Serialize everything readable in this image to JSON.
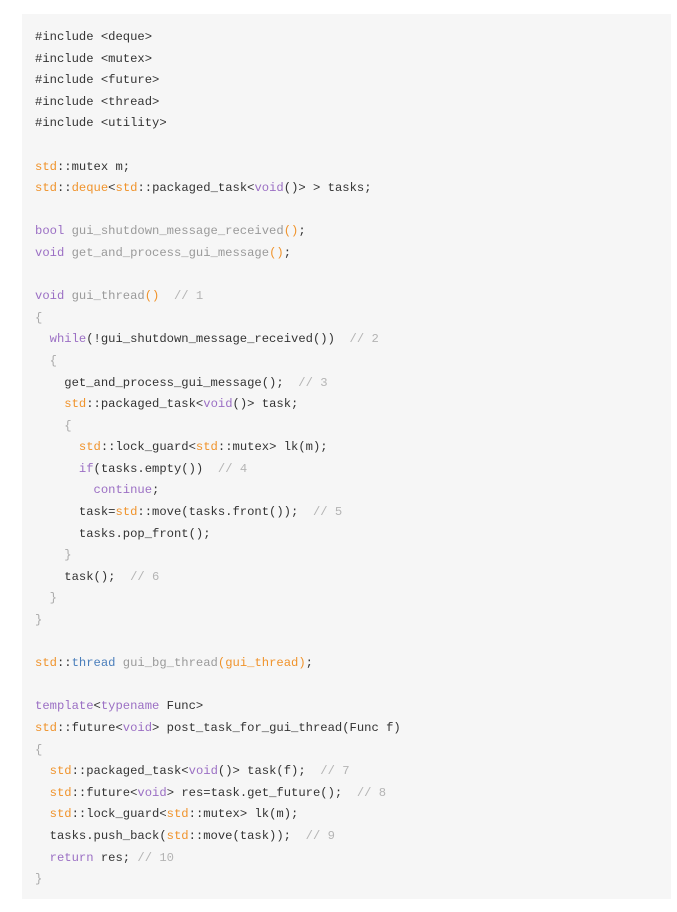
{
  "code": {
    "language": "cpp",
    "background": "#f6f6f6",
    "colors": {
      "text": "#333333",
      "namespace": "#f0932b",
      "keyword": "#9b6fc4",
      "type": "#4a7ebb",
      "comment": "#b4b4b4",
      "declaration_name": "#9a9a9a"
    },
    "lines": [
      [
        {
          "t": "plain",
          "v": "#include <deque>"
        }
      ],
      [
        {
          "t": "plain",
          "v": "#include <mutex>"
        }
      ],
      [
        {
          "t": "plain",
          "v": "#include <future>"
        }
      ],
      [
        {
          "t": "plain",
          "v": "#include <thread>"
        }
      ],
      [
        {
          "t": "plain",
          "v": "#include <utility>"
        }
      ],
      [],
      [
        {
          "t": "std",
          "v": "std"
        },
        {
          "t": "plain",
          "v": "::mutex m;"
        }
      ],
      [
        {
          "t": "std",
          "v": "std"
        },
        {
          "t": "plain",
          "v": "::"
        },
        {
          "t": "std",
          "v": "deque"
        },
        {
          "t": "plain",
          "v": "<"
        },
        {
          "t": "std",
          "v": "std"
        },
        {
          "t": "plain",
          "v": "::packaged_task<"
        },
        {
          "t": "kw",
          "v": "void"
        },
        {
          "t": "plain",
          "v": "()> > tasks;"
        }
      ],
      [],
      [
        {
          "t": "kw",
          "v": "bool"
        },
        {
          "t": "fn",
          "v": " gui_shutdown_message_received"
        },
        {
          "t": "paren",
          "v": "()"
        },
        {
          "t": "plain",
          "v": ";"
        }
      ],
      [
        {
          "t": "kw",
          "v": "void"
        },
        {
          "t": "fn",
          "v": " get_and_process_gui_message"
        },
        {
          "t": "paren",
          "v": "()"
        },
        {
          "t": "plain",
          "v": ";"
        }
      ],
      [],
      [
        {
          "t": "kw",
          "v": "void"
        },
        {
          "t": "fn",
          "v": " gui_thread"
        },
        {
          "t": "paren",
          "v": "()"
        },
        {
          "t": "comment",
          "v": "  // 1"
        }
      ],
      [
        {
          "t": "brace",
          "v": "{"
        }
      ],
      [
        {
          "t": "plain",
          "v": "  "
        },
        {
          "t": "kw",
          "v": "while"
        },
        {
          "t": "plain",
          "v": "(!gui_shutdown_message_received())"
        },
        {
          "t": "comment",
          "v": "  // 2"
        }
      ],
      [
        {
          "t": "brace",
          "v": "  {"
        }
      ],
      [
        {
          "t": "plain",
          "v": "    get_and_process_gui_message();"
        },
        {
          "t": "comment",
          "v": "  // 3"
        }
      ],
      [
        {
          "t": "plain",
          "v": "    "
        },
        {
          "t": "std",
          "v": "std"
        },
        {
          "t": "plain",
          "v": "::packaged_task<"
        },
        {
          "t": "kw",
          "v": "void"
        },
        {
          "t": "plain",
          "v": "()> task;"
        }
      ],
      [
        {
          "t": "brace",
          "v": "    {"
        }
      ],
      [
        {
          "t": "plain",
          "v": "      "
        },
        {
          "t": "std",
          "v": "std"
        },
        {
          "t": "plain",
          "v": "::lock_guard<"
        },
        {
          "t": "std",
          "v": "std"
        },
        {
          "t": "plain",
          "v": "::mutex> lk(m);"
        }
      ],
      [
        {
          "t": "plain",
          "v": "      "
        },
        {
          "t": "kw",
          "v": "if"
        },
        {
          "t": "plain",
          "v": "(tasks.empty())"
        },
        {
          "t": "comment",
          "v": "  // 4"
        }
      ],
      [
        {
          "t": "plain",
          "v": "        "
        },
        {
          "t": "kw",
          "v": "continue"
        },
        {
          "t": "plain",
          "v": ";"
        }
      ],
      [
        {
          "t": "plain",
          "v": "      task="
        },
        {
          "t": "std",
          "v": "std"
        },
        {
          "t": "plain",
          "v": "::move(tasks.front());"
        },
        {
          "t": "comment",
          "v": "  // 5"
        }
      ],
      [
        {
          "t": "plain",
          "v": "      tasks.pop_front();"
        }
      ],
      [
        {
          "t": "brace",
          "v": "    }"
        }
      ],
      [
        {
          "t": "plain",
          "v": "    task();"
        },
        {
          "t": "comment",
          "v": "  // 6"
        }
      ],
      [
        {
          "t": "brace",
          "v": "  }"
        }
      ],
      [
        {
          "t": "brace",
          "v": "}"
        }
      ],
      [],
      [
        {
          "t": "std",
          "v": "std"
        },
        {
          "t": "plain",
          "v": "::"
        },
        {
          "t": "type",
          "v": "thread"
        },
        {
          "t": "fn",
          "v": " gui_bg_thread"
        },
        {
          "t": "paren",
          "v": "(gui_thread)"
        },
        {
          "t": "plain",
          "v": ";"
        }
      ],
      [],
      [
        {
          "t": "kw",
          "v": "template"
        },
        {
          "t": "plain",
          "v": "<"
        },
        {
          "t": "kw",
          "v": "typename"
        },
        {
          "t": "plain",
          "v": " Func>"
        }
      ],
      [
        {
          "t": "std",
          "v": "std"
        },
        {
          "t": "plain",
          "v": "::future<"
        },
        {
          "t": "kw",
          "v": "void"
        },
        {
          "t": "plain",
          "v": "> post_task_for_gui_thread(Func f)"
        }
      ],
      [
        {
          "t": "brace",
          "v": "{"
        }
      ],
      [
        {
          "t": "plain",
          "v": "  "
        },
        {
          "t": "std",
          "v": "std"
        },
        {
          "t": "plain",
          "v": "::packaged_task<"
        },
        {
          "t": "kw",
          "v": "void"
        },
        {
          "t": "plain",
          "v": "()> task(f);"
        },
        {
          "t": "comment",
          "v": "  // 7"
        }
      ],
      [
        {
          "t": "plain",
          "v": "  "
        },
        {
          "t": "std",
          "v": "std"
        },
        {
          "t": "plain",
          "v": "::future<"
        },
        {
          "t": "kw",
          "v": "void"
        },
        {
          "t": "plain",
          "v": "> res=task.get_future();"
        },
        {
          "t": "comment",
          "v": "  // 8"
        }
      ],
      [
        {
          "t": "plain",
          "v": "  "
        },
        {
          "t": "std",
          "v": "std"
        },
        {
          "t": "plain",
          "v": "::lock_guard<"
        },
        {
          "t": "std",
          "v": "std"
        },
        {
          "t": "plain",
          "v": "::mutex> lk(m);"
        }
      ],
      [
        {
          "t": "plain",
          "v": "  tasks.push_back("
        },
        {
          "t": "std",
          "v": "std"
        },
        {
          "t": "plain",
          "v": "::move(task));"
        },
        {
          "t": "comment",
          "v": "  // 9"
        }
      ],
      [
        {
          "t": "plain",
          "v": "  "
        },
        {
          "t": "kw",
          "v": "return"
        },
        {
          "t": "plain",
          "v": " res;"
        },
        {
          "t": "comment",
          "v": " // 10"
        }
      ],
      [
        {
          "t": "brace",
          "v": "}"
        }
      ]
    ]
  }
}
